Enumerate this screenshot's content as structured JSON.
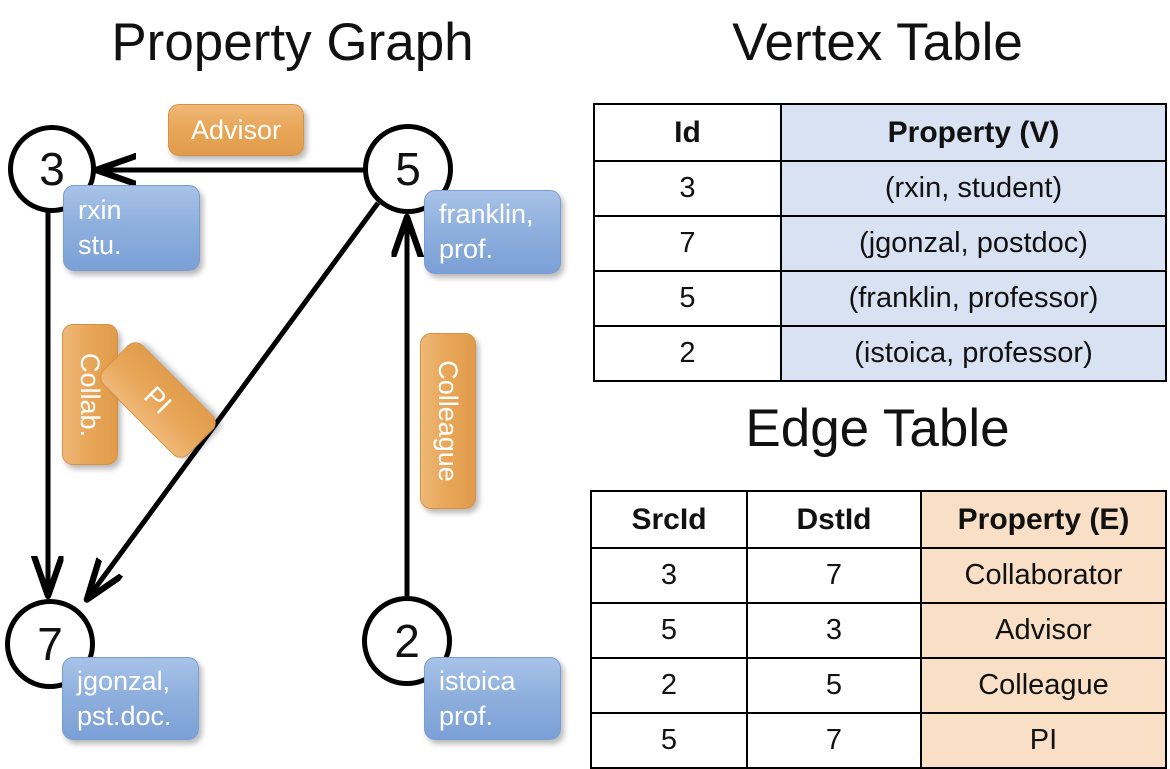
{
  "titles": {
    "property_graph": "Property Graph",
    "vertex_table": "Vertex Table",
    "edge_table": "Edge Table"
  },
  "graph": {
    "nodes": [
      {
        "id": "3",
        "property_lines": [
          "rxin",
          "stu."
        ]
      },
      {
        "id": "5",
        "property_lines": [
          "franklin,",
          "prof."
        ]
      },
      {
        "id": "7",
        "property_lines": [
          "jgonzal,",
          "pst.doc."
        ]
      },
      {
        "id": "2",
        "property_lines": [
          "istoica",
          "prof."
        ]
      }
    ],
    "edge_labels": [
      {
        "name": "advisor",
        "text": "Advisor"
      },
      {
        "name": "collab",
        "text": "Collab."
      },
      {
        "name": "pi",
        "text": "PI"
      },
      {
        "name": "colleague",
        "text": "Colleague"
      }
    ],
    "edges": [
      {
        "src": "5",
        "dst": "3",
        "label": "Advisor"
      },
      {
        "src": "3",
        "dst": "7",
        "label": "Collab."
      },
      {
        "src": "5",
        "dst": "7",
        "label": "PI"
      },
      {
        "src": "2",
        "dst": "5",
        "label": "Colleague"
      }
    ]
  },
  "vertex_table": {
    "headers": [
      "Id",
      "Property (V)"
    ],
    "rows": [
      {
        "id": "3",
        "property": "(rxin, student)"
      },
      {
        "id": "7",
        "property": "(jgonzal, postdoc)"
      },
      {
        "id": "5",
        "property": "(franklin, professor)"
      },
      {
        "id": "2",
        "property": "(istoica, professor)"
      }
    ]
  },
  "edge_table": {
    "headers": [
      "SrcId",
      "DstId",
      "Property (E)"
    ],
    "rows": [
      {
        "src": "3",
        "dst": "7",
        "property": "Collaborator"
      },
      {
        "src": "5",
        "dst": "3",
        "property": "Advisor"
      },
      {
        "src": "2",
        "dst": "5",
        "property": "Colleague"
      },
      {
        "src": "5",
        "dst": "7",
        "property": "PI"
      }
    ]
  },
  "colors": {
    "node_property_blue": "#8fb0de",
    "edge_label_orange": "#e8a658",
    "vertex_table_fill": "#d9e2f3",
    "edge_table_fill": "#f8dfc6",
    "stroke": "#000000"
  }
}
